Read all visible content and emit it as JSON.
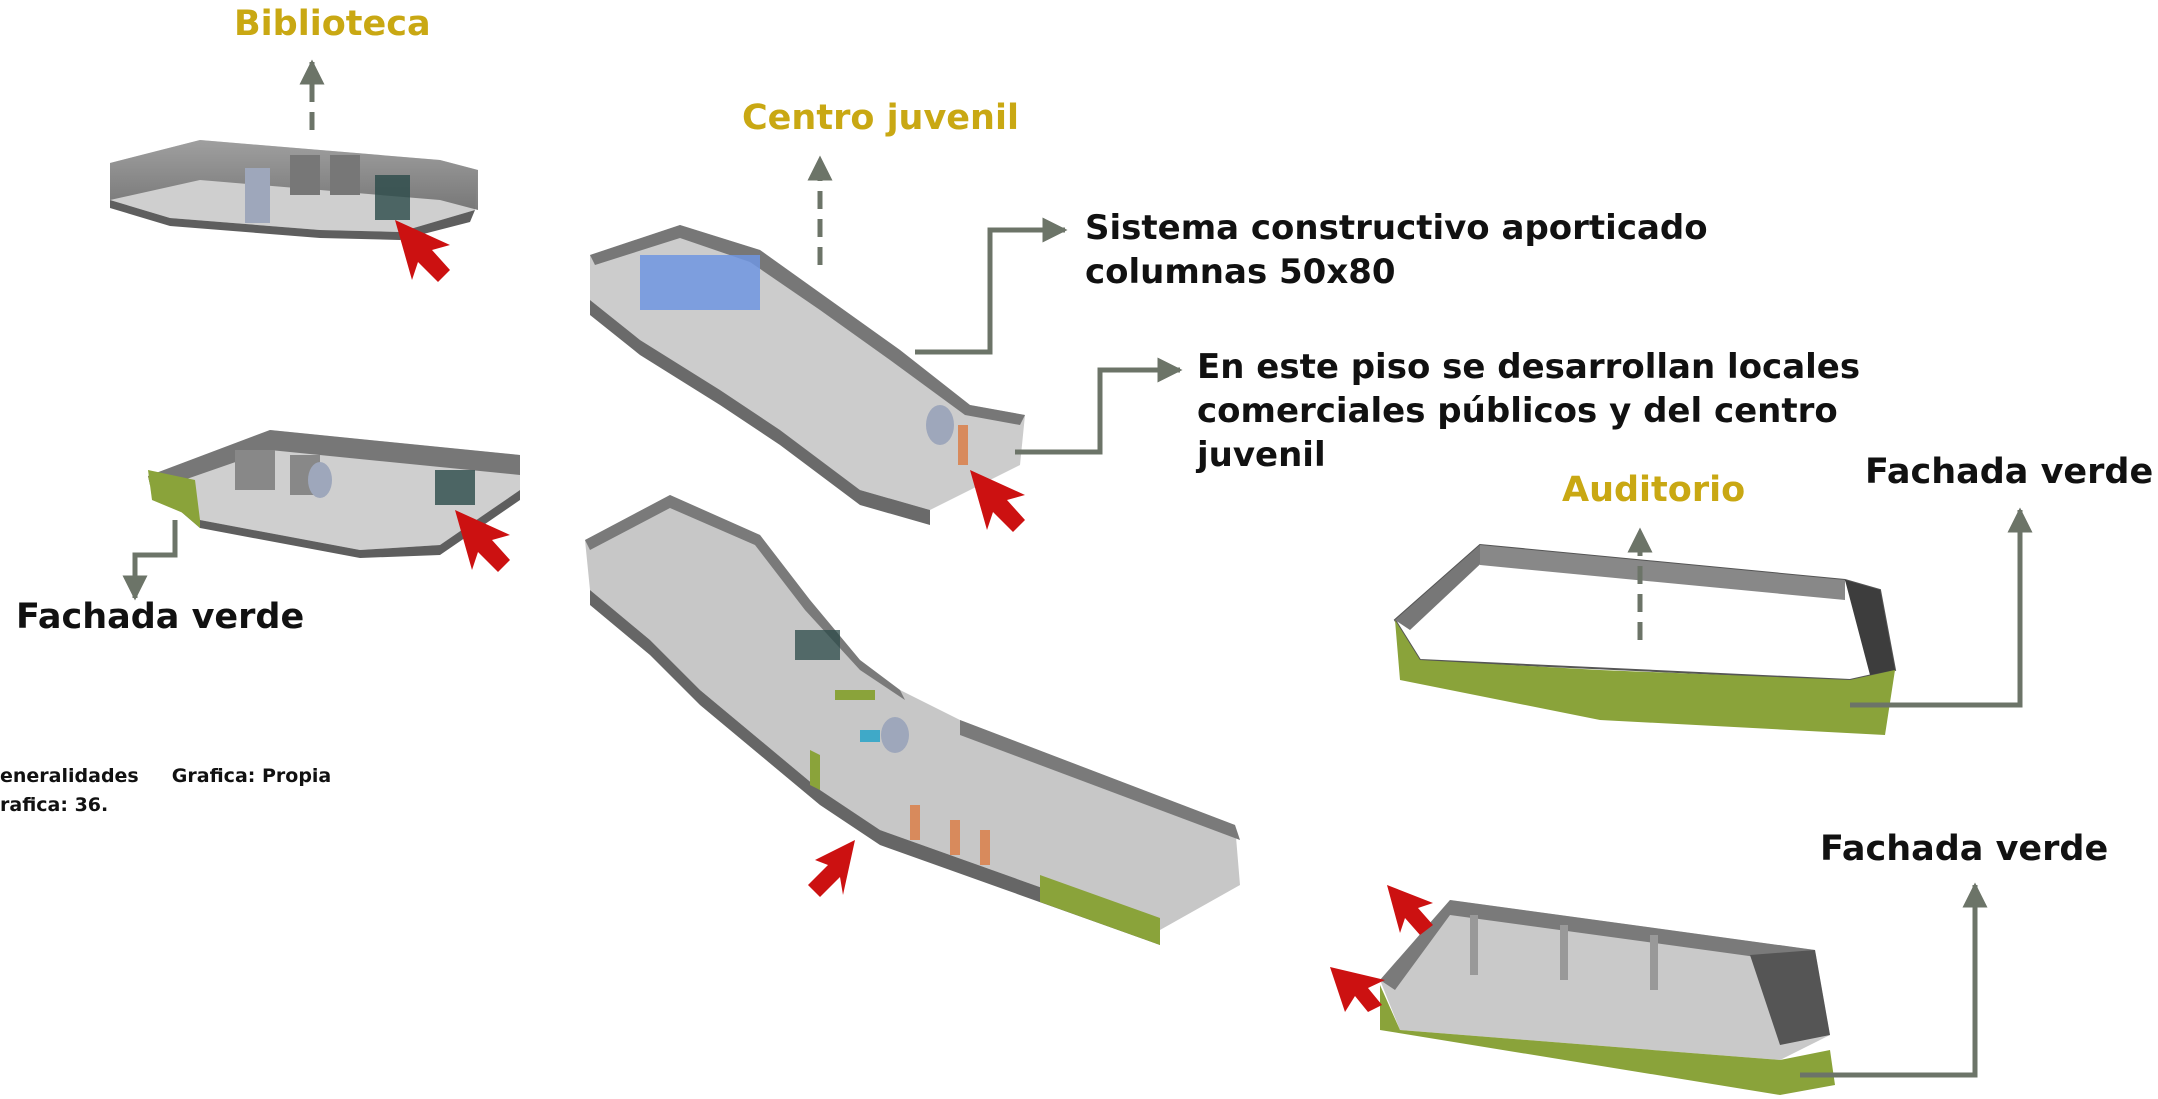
{
  "labels": {
    "biblioteca": "Biblioteca",
    "centro_juvenil": "Centro juvenil",
    "auditorio": "Auditorio",
    "sistema_line1": "Sistema constructivo aporticado",
    "sistema_line2": "columnas 50x80",
    "piso_line1": "En este piso se desarrollan locales",
    "piso_line2": "comerciales públicos y del centro",
    "piso_line3": "juvenil",
    "fachada_left": "Fachada verde",
    "fachada_right_top": "Fachada verde",
    "fachada_right_bottom": "Fachada verde"
  },
  "caption": {
    "line1": "eneralidades     Grafica: Propia",
    "line2": "rafica: 36."
  },
  "colors": {
    "label_gold": "#c9a813",
    "connector": "#6c7468",
    "entry_arrow": "#cc1111",
    "wall": "#8b8b8b",
    "floor": "#d2d2d2",
    "green_facade": "#8aa33a",
    "glass": "#6f95e0"
  }
}
